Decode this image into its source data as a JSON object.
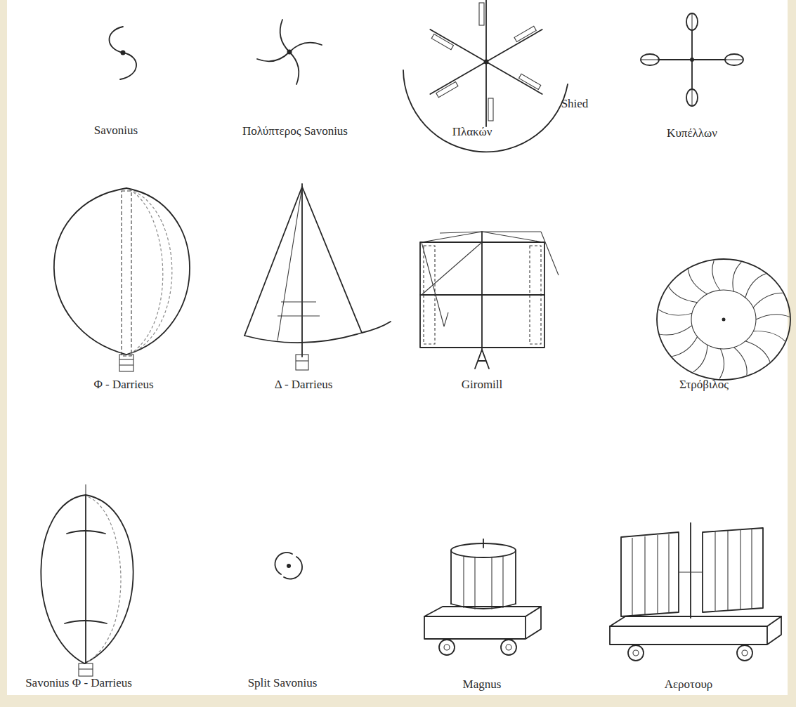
{
  "diagram": {
    "labels": [
      "Savonius",
      "Πολύπτερος Savonius",
      "Shied",
      "Πλακών",
      "Κυπέλλων",
      "Φ - Darrieus",
      "Δ - Darrieus",
      "Giromill",
      "Στρόβιλος",
      "Savonius Φ - Darrieus",
      "Split Savonius",
      "Magnus",
      "Αεροτουρ"
    ]
  }
}
